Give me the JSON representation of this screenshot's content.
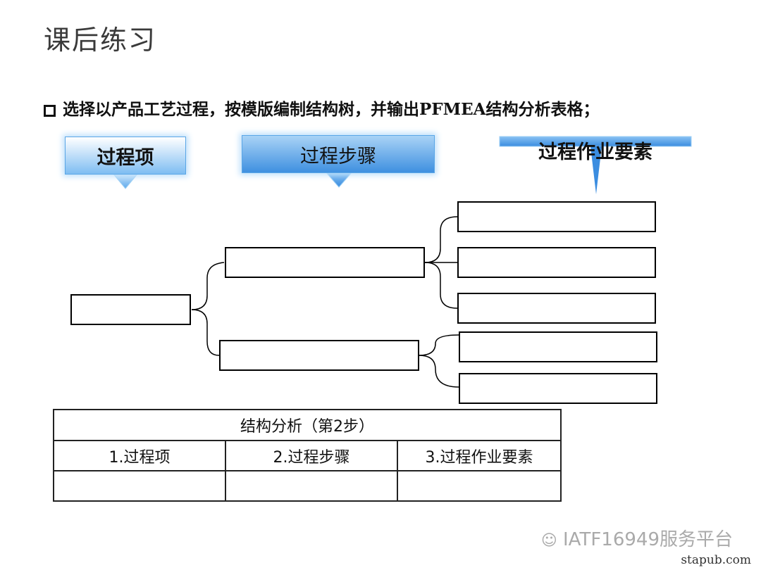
{
  "slide": {
    "title": "课后练习"
  },
  "instruction": {
    "text": "选择以产品工艺过程，按模版编制结构树，并输出PFMEA结构分析表格；"
  },
  "labels": {
    "process_item": "过程项",
    "process_step": "过程步骤",
    "work_element": "过程作业要素"
  },
  "colors": {
    "accent": "#6ab4f0",
    "accent_dark": "#3b8de0"
  },
  "table": {
    "header": "结构分析（第2步）",
    "columns": [
      "1.过程项",
      "2.过程步骤",
      "3.过程作业要素"
    ],
    "rows": [
      [
        "",
        "",
        ""
      ]
    ]
  },
  "watermark": {
    "text": "IATF16949服务平台",
    "site": "stapub.com"
  }
}
